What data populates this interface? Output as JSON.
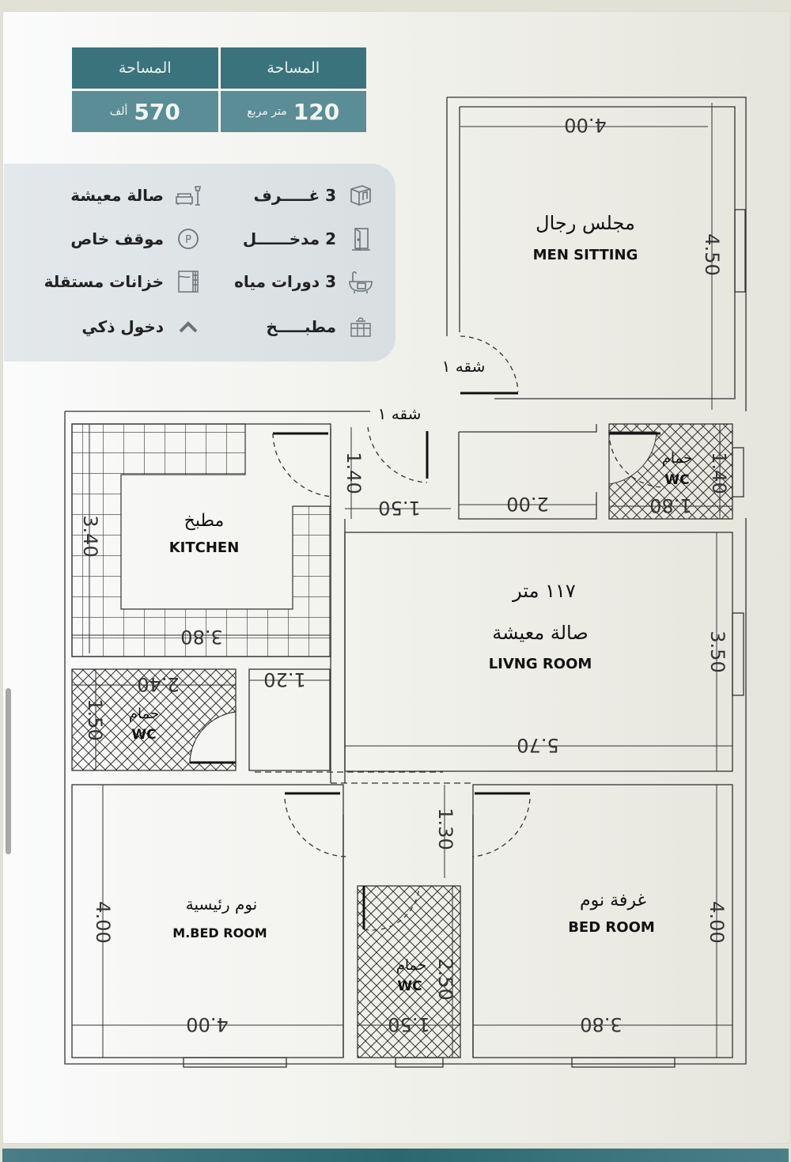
{
  "info_table": {
    "columns": [
      {
        "header": "المساحة",
        "value": "120",
        "unit": "متر مربع"
      },
      {
        "header": "المساحة",
        "value": "570",
        "unit": "ألف"
      }
    ]
  },
  "features": {
    "right_column": [
      {
        "icon": "room-box-icon",
        "label": "3 غـــــرف"
      },
      {
        "icon": "door-icon",
        "label": "2 مدخــــــل"
      },
      {
        "icon": "bathtub-icon",
        "label": "3 دورات مياه"
      },
      {
        "icon": "kitchen-icon",
        "label": "مطبـــــخ"
      }
    ],
    "left_column": [
      {
        "icon": "sofa-lamp-icon",
        "label": "صالة معيشة"
      },
      {
        "icon": "parking-icon",
        "icon_glyph": "P",
        "label": "موقف خاص"
      },
      {
        "icon": "water-tank-icon",
        "label": "خزانات مستقلة"
      },
      {
        "icon": "chevron-up-icon",
        "label": "دخول ذكي"
      }
    ]
  },
  "floor_plan": {
    "rooms": {
      "men_sitting": {
        "ar": "مجلس رجال",
        "en": "MEN SITTING",
        "dim_w": "4.00",
        "dim_h": "4.50"
      },
      "kitchen": {
        "ar": "مطبخ",
        "en": "KITCHEN",
        "dim_w": "3.80",
        "dim_h": "3.40"
      },
      "living_room": {
        "ar": "صالة معيشة",
        "en": "LIVNG ROOM",
        "area": "١١٧ متر",
        "dim_w": "5.70",
        "dim_h": "3.50"
      },
      "wc_top_right": {
        "ar": "حمام",
        "en": "WC",
        "dim_w": "1.80",
        "dim_h": "1.40"
      },
      "wc_left": {
        "ar": "حمام",
        "en": "WC",
        "dim_w": "2.40",
        "dim_h": "1.50"
      },
      "master_bedroom": {
        "ar": "نوم رئيسية",
        "en": "M.BED ROOM",
        "dim_w": "4.00",
        "dim_h": "4.00"
      },
      "wc_bottom": {
        "ar": "حمام",
        "en": "WC",
        "dim_w": "1.50",
        "dim_h": "2.50"
      },
      "bedroom": {
        "ar": "غرفة نوم",
        "en": "BED ROOM",
        "dim_w": "3.80",
        "dim_h": "4.00"
      }
    },
    "corridors": {
      "entry_hall": {
        "dim_w": "2.00"
      },
      "entry_lobby": {
        "dim_w": "1.50",
        "dim_h": "1.40"
      },
      "side_hall": {
        "dim_w": "1.20"
      },
      "bed_hall": {
        "dim_h": "1.30"
      }
    },
    "entrance_labels": [
      "شقه ١",
      "شقه ١"
    ]
  },
  "colors": {
    "header_teal": "#3a737b",
    "value_teal": "#5a8d95",
    "panel_bg": "#dfe4e6",
    "wall_line": "#333333"
  }
}
